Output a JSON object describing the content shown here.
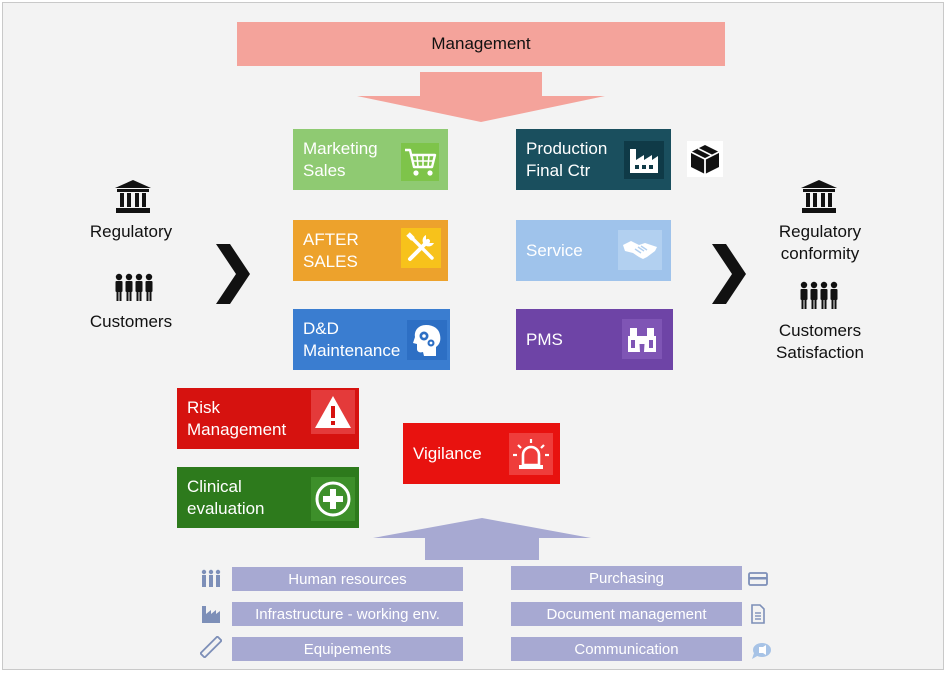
{
  "management": "Management",
  "processes": {
    "marketing": "Marketing\nSales",
    "production": "Production\nFinal Ctr",
    "after_sales": "AFTER\nSALES",
    "service": "Service",
    "dd": "D&D\nMaintenance",
    "pms": "PMS",
    "risk": "Risk\nManagement",
    "vigilance": "Vigilance",
    "clinical": "Clinical\nevaluation"
  },
  "inputs": {
    "regulatory": "Regulatory",
    "customers": "Customers"
  },
  "outputs": {
    "regulatory": "Regulatory\nconformity",
    "customers": "Customers\nSatisfaction"
  },
  "resources": {
    "human": "Human resources",
    "infrastructure": "Infrastructure - working env.",
    "equipments": "Equipements",
    "purchasing": "Purchasing",
    "documents": "Document management",
    "communication": "Communication"
  },
  "colors": {
    "management": "#f4a39b",
    "marketing": "#8fca72",
    "production": "#1a4f5e",
    "after_sales": "#eda22c",
    "service": "#9fc3eb",
    "dd": "#3a7dd0",
    "pms": "#6e44a6",
    "risk": "#d6120f",
    "vigilance": "#e8120f",
    "clinical": "#2d7a1c",
    "resources": "#a7a9d2"
  },
  "icons": {
    "marketing": "shopping-cart-icon",
    "production": "factory-icon",
    "box": "box-icon",
    "after_sales": "tools-icon",
    "service": "handshake-icon",
    "dd": "brain-gears-icon",
    "pms": "binoculars-icon",
    "risk": "warning-icon",
    "vigilance": "alarm-light-icon",
    "clinical": "medical-cross-icon"
  }
}
